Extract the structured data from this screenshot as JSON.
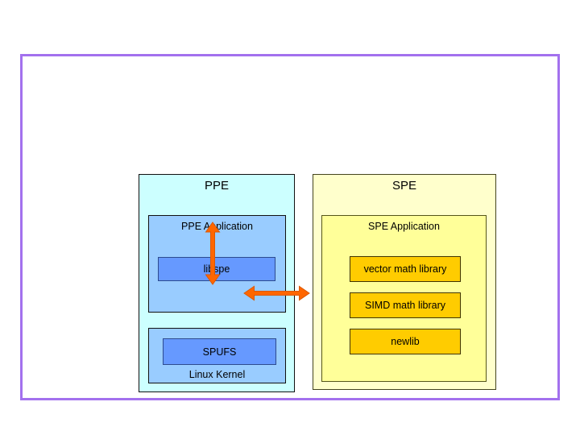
{
  "diagram": {
    "ppe": {
      "title": "PPE",
      "application": {
        "label": "PPE Application",
        "libspe_label": "libspe"
      },
      "kernel": {
        "label": "Linux Kernel",
        "spufs_label": "SPUFS"
      }
    },
    "spe": {
      "title": "SPE",
      "application": {
        "label": "SPE Application",
        "libraries": [
          "vector math library",
          "SIMD math library",
          "newlib"
        ]
      }
    },
    "arrows": [
      {
        "name": "libspe-spufs",
        "style": "double-headed",
        "orientation": "vertical"
      },
      {
        "name": "spufs-spe",
        "style": "double-headed",
        "orientation": "horizontal"
      }
    ],
    "colors": {
      "frame_border": "#a371ee",
      "ppe_bg": "#ccffff",
      "ppe_inner_bg": "#99ccff",
      "blue_box_bg": "#6699ff",
      "spe_bg": "#ffffcc",
      "spe_inner_bg": "#ffff99",
      "library_box_bg": "#ffcc00",
      "arrow": "#ff6600"
    }
  }
}
